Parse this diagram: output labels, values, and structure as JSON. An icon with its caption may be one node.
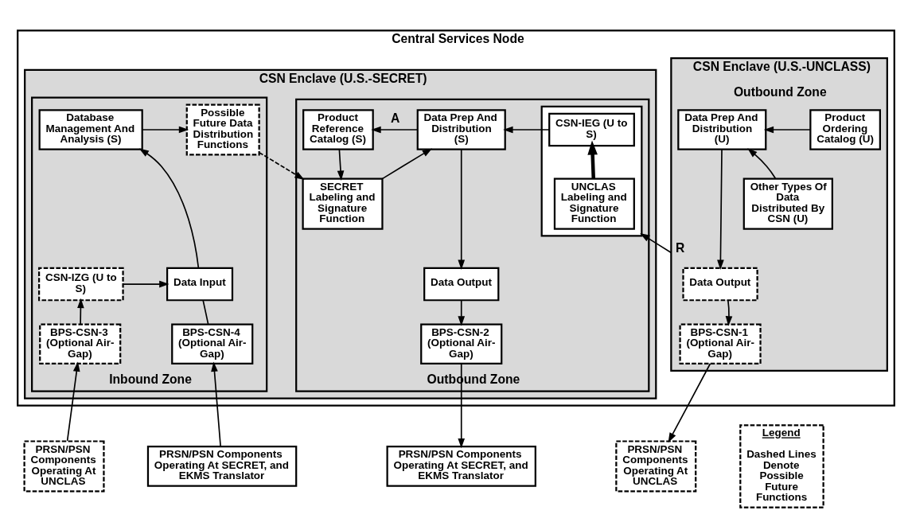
{
  "diagram": {
    "nodes": [
      {
        "text": [
          "Central Services Node"
        ]
      },
      {
        "text": [
          "CSN Enclave (U.S.-UNCLASS)",
          "Outbound Zone"
        ],
        "in": 0
      },
      {
        "text": [
          "Product Ordering Catalog (U)"
        ],
        "in": 1
      },
      {
        "text": [
          "Data Prep And Distribution (U)"
        ],
        "in": 1
      },
      {
        "text": [
          "Other Types Of Data Distributed By CSN (U)"
        ],
        "in": 1
      },
      {
        "text": [
          "Data Output"
        ],
        "in": 1
      },
      {
        "text": [
          "BPS-CSN-1 (Optional Air-Gap)"
        ],
        "in": 1
      },
      {
        "text": [
          "CSN Enclave (U.S.-SECRET)"
        ],
        "in": 0
      },
      {
        "text": [
          "Outbound Zone"
        ],
        "in": 7
      },
      {
        "text": [],
        "shape": "box",
        "in": 8
      },
      {
        "text": [
          "CSN-IEG (U to S)"
        ],
        "in": 9
      },
      {
        "text": [
          "UNCLAS Labeling and Signature Function"
        ],
        "in": 9
      },
      {
        "text": [
          "Data Prep And Distribution (S)"
        ],
        "in": 8
      },
      {
        "text": [
          "Product Reference Catalog (S)"
        ],
        "in": 8
      },
      {
        "text": [
          "SECRET Labeling and Signature Function"
        ],
        "in": 8
      },
      {
        "text": [
          "Data Output"
        ],
        "in": 8
      },
      {
        "text": [
          "BPS-CSN-2 (Optional Air-Gap)"
        ],
        "in": 8
      },
      {
        "text": [
          "Inbound Zone"
        ],
        "in": 7
      },
      {
        "text": [
          "Possible Future Data Distribution Functions"
        ],
        "in": 17
      },
      {
        "text": [
          "Database Management And Analysis (S)"
        ],
        "in": 17
      },
      {
        "text": [
          "CSN-IZG (U to S)"
        ],
        "in": 17
      },
      {
        "text": [
          "Data Input"
        ],
        "in": 17
      },
      {
        "text": [
          "BPS-CSN-3 (Optional Air-Gap)"
        ],
        "in": 17
      },
      {
        "text": [
          "BPS-CSN-4 (Optional Air-Gap)"
        ],
        "in": 17
      },
      {
        "text": [
          "Legend",
          "Dashed Lines Denote Possible Future Functions"
        ]
      },
      {
        "text": [
          "PRSN/PSN Components Operating At UNCLAS"
        ]
      },
      {
        "text": [
          "PRSN/PSN Components Operating At SECRET, and EKMS Translator"
        ]
      },
      {
        "text": [
          "PRSN/PSN Components Operating At UNCLAS"
        ]
      },
      {
        "text": [
          "PRSN/PSN Components Operating At SECRET, and EKMS Translator"
        ]
      }
    ],
    "edges": [
      {
        "from": 2,
        "to": 3,
        "arrow": "to"
      },
      {
        "from": 4,
        "to": 3,
        "arrow": "to"
      },
      {
        "from": 3,
        "to": 5,
        "arrow": "to"
      },
      {
        "from": 5,
        "to": 6,
        "arrow": "to"
      },
      {
        "from": 6,
        "to": 25,
        "arrow": "to"
      },
      {
        "from": 1,
        "to": 9,
        "arrow": "to",
        "label": "R"
      },
      {
        "from": 11,
        "to": 10,
        "arrow": "to",
        "style": "thick"
      },
      {
        "from": 10,
        "to": 12,
        "arrow": "to"
      },
      {
        "from": 12,
        "to": 13,
        "arrow": "to",
        "label": "A"
      },
      {
        "from": 13,
        "to": 14,
        "arrow": "to"
      },
      {
        "from": 14,
        "to": 12,
        "arrow": "to"
      },
      {
        "from": 12,
        "to": 15,
        "arrow": "to"
      },
      {
        "from": 15,
        "to": 16,
        "arrow": "to"
      },
      {
        "from": 16,
        "to": 26,
        "arrow": "to"
      },
      {
        "from": 18,
        "to": 14,
        "arrow": "to",
        "style": "dashed"
      },
      {
        "from": 19,
        "to": 18,
        "arrow": "to"
      },
      {
        "from": 21,
        "to": 19,
        "arrow": "to"
      },
      {
        "from": 20,
        "to": 21,
        "arrow": "to"
      },
      {
        "from": 22,
        "to": 20,
        "arrow": "to"
      },
      {
        "from": 27,
        "to": 22,
        "arrow": "to"
      },
      {
        "from": 28,
        "to": 23,
        "arrow": "to"
      },
      {
        "from": 23,
        "to": 21,
        "arrow": "none"
      }
    ]
  }
}
